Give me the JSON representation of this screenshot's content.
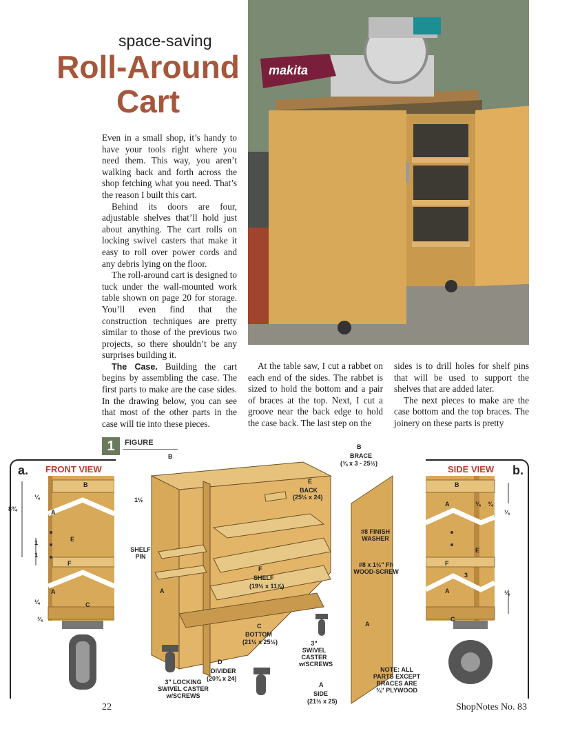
{
  "header": {
    "kicker": "space-saving",
    "title_line1": "Roll-Around",
    "title_line2": "Cart"
  },
  "photo": {
    "saw_brand": "makita"
  },
  "column1": {
    "p1": "Even in a small shop, it’s handy to have your tools right where you need them. This way, you aren’t walking back and forth across the shop fetching what you need. That’s the reason I built this cart.",
    "p2": "Behind its doors are four, adjustable shelves that’ll hold just about anything. The cart rolls on locking swivel casters that make it easy to roll over power cords and any debris lying on the floor.",
    "p3": "The roll-around cart is designed to tuck under the wall-mounted work table shown on page 20 for storage. You’ll even find that the construction techniques are pretty similar to those of the previous two projects, so there shouldn’t be any surprises building it.",
    "p4_lead": "The Case.",
    "p4": " Building the cart begins by assembling the case. The first parts to make are the case sides. In the drawing below, you can see that most of the other parts in the case will tie into these pieces."
  },
  "column2": {
    "p1": "At the table saw, I cut a rabbet on each end of the sides. The rabbet is sized to hold the bottom and a pair of braces at the top. Next, I cut a groove near the back edge to hold the case back. The last step on the"
  },
  "column3": {
    "p1": "sides is to drill holes for shelf pins that will be used to support the shelves that are added later.",
    "p2": "The next pieces to make are the case bottom and the top braces. The joinery on these parts is pretty"
  },
  "figure": {
    "number": "1",
    "word": "FIGURE",
    "front_view_letter": "a.",
    "front_view_title": "FRONT VIEW",
    "side_view_letter": "b.",
    "side_view_title": "SIDE VIEW",
    "labels": {
      "brace_letter": "B",
      "brace_name": "BRACE",
      "brace_dim": "(¾ x 3 - 25½)",
      "back_letter": "E",
      "back_name": "BACK",
      "back_dim": "(25½ x 24)",
      "shelf_letter": "F",
      "shelf_name": "SHELF",
      "shelf_dim": "(19½ x 11⅞)",
      "bottom_letter": "C",
      "bottom_name": "BOTTOM",
      "bottom_dim": "(21½ x 25½)",
      "divider_letter": "D",
      "divider_name": "DIVIDER",
      "divider_dim": "(20¾ x 24)",
      "side_letter": "A",
      "side_name": "SIDE",
      "side_dim": "(21½ x 25)",
      "shelf_pin": "SHELF PIN",
      "finish_washer": "#8 FINISH WASHER",
      "woodscrew": "#8 x 1½\" Fh WOOD-SCREW",
      "swivel_caster": "3\" SWIVEL CASTER w/SCREWS",
      "locking_caster": "3\" LOCKING SWIVEL CASTER w/SCREWS",
      "note_lead": "NOTE:",
      "note_text": "ALL PARTS EXCEPT BRACES ARE ¾\" PLYWOOD",
      "dim_1_5": "1½",
      "dim_8_75": "8¾",
      "dim_quarter": "¼",
      "dim_1": "1",
      "dim_three_quarter": "¾",
      "dim_3": "3",
      "letter_a": "A",
      "letter_b": "B",
      "letter_c": "C",
      "letter_e": "E",
      "letter_f": "F"
    }
  },
  "footer": {
    "page_number": "22",
    "issue": "ShopNotes No. 83"
  },
  "colors": {
    "title": "#a5563b",
    "figure_badge": "#6c7a5c",
    "view_title": "#c0392b",
    "plywood": "#d9a95a"
  }
}
